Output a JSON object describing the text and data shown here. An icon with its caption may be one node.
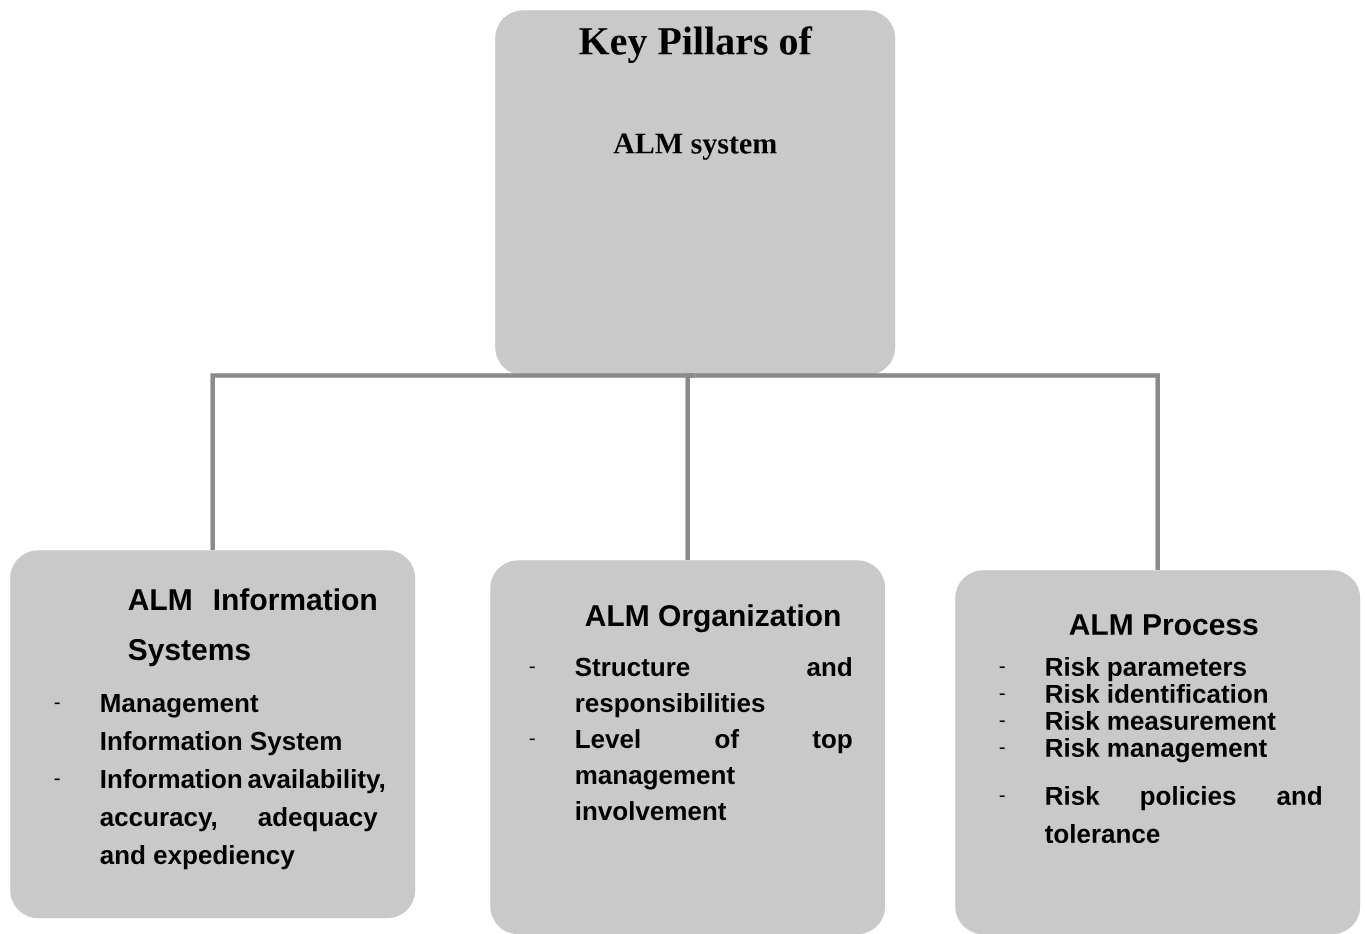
{
  "diagram": {
    "nodes": [
      {
        "text": [
          "Key Pillars of",
          "ALM system"
        ]
      },
      {
        "text": [
          "ALM Information Systems",
          "Management Information System",
          "Information availability, accuracy, adequacy and expediency"
        ]
      },
      {
        "text": [
          "ALM Organization",
          "Structure and responsibilities",
          "Level of top management involvement"
        ]
      },
      {
        "text": [
          "ALM Process",
          "Risk parameters",
          "Risk identification",
          "Risk measurement",
          "Risk management",
          "Risk policies and tolerance"
        ]
      }
    ],
    "edges": [
      {
        "from": 0,
        "to": 1,
        "arrow": "none"
      },
      {
        "from": 0,
        "to": 2,
        "arrow": "none"
      },
      {
        "from": 0,
        "to": 3,
        "arrow": "none"
      }
    ]
  }
}
